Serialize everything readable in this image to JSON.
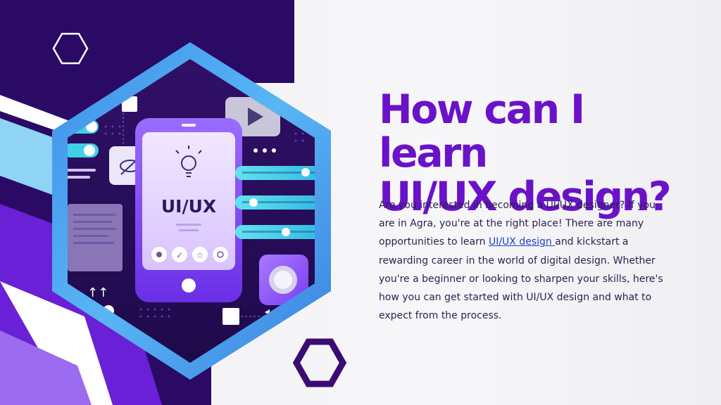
{
  "slide": {
    "title_line1": "How can I learn",
    "title_line2": "UI/UX design?",
    "body_before_link": "Are you interested in becoming a UI/UX designer? If you are in Agra, you're at the right place! There are many opportunities to learn ",
    "body_link": "UI/UX design ",
    "body_after_link": "and kickstart a rewarding career in the world of digital design. Whether you're a beginner or looking to sharpen your skills, here's how you can get started with UI/UX design and what to expect from the process."
  },
  "illustration": {
    "phone_label": "UI/UX"
  },
  "colors": {
    "accent": "#6a12c9",
    "link": "#1b3ec9",
    "deep_purple": "#2a0a63",
    "hex_border_blue": "#4aa3f0"
  }
}
